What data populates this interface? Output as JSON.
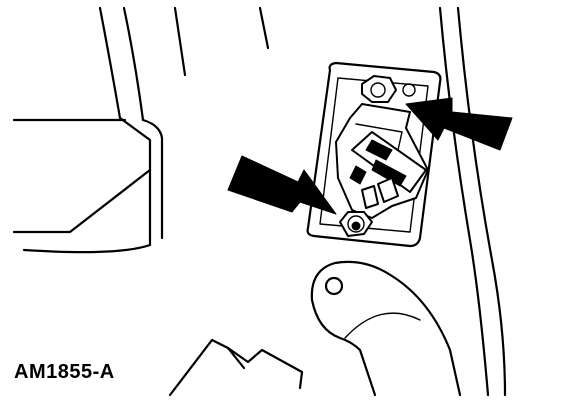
{
  "figure": {
    "code": "AM1855-A"
  },
  "callouts": [
    {
      "id": "upper-arrow",
      "target": "upper-bolt"
    },
    {
      "id": "lower-arrow",
      "target": "lower-bolt"
    }
  ]
}
